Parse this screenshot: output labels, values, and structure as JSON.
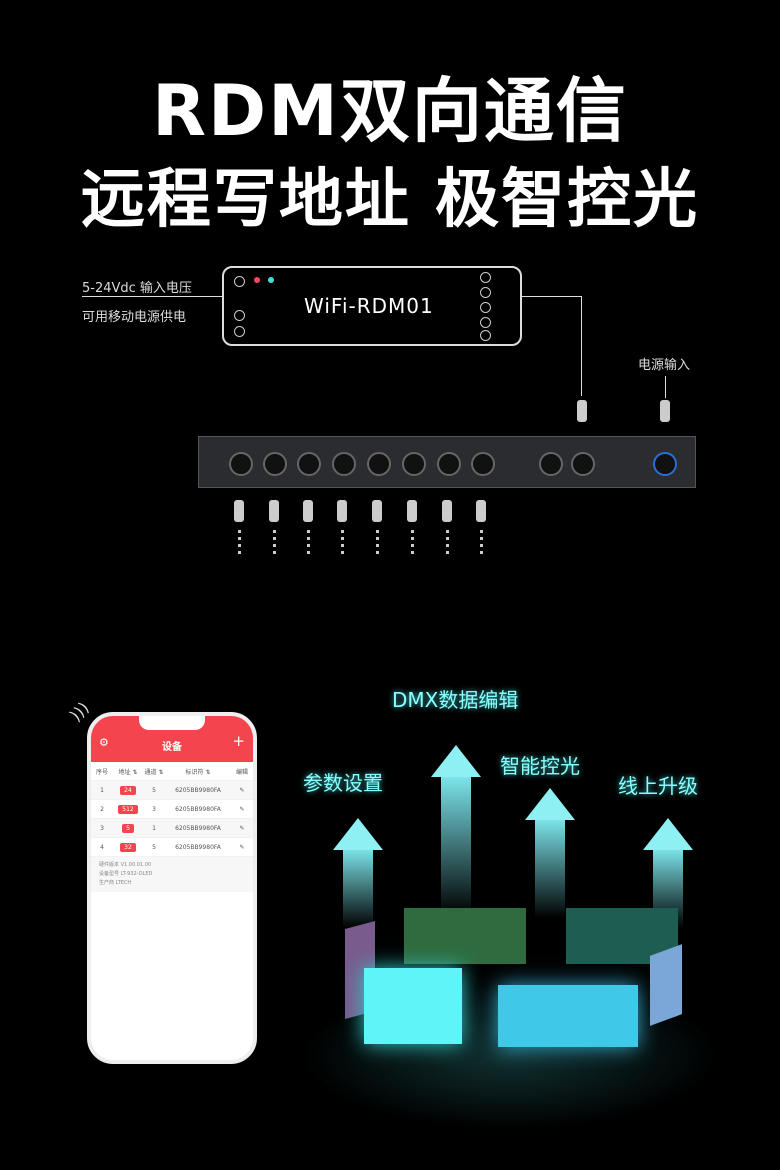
{
  "headline": {
    "line1": "RDM双向通信",
    "line2": "远程写地址 极智控光"
  },
  "diagram": {
    "input_voltage": "5-24Vdc 输入电压",
    "power_bank": "可用移动电源供电",
    "controller_name": "WiFi-RDM01",
    "power_input": "电源输入"
  },
  "phone": {
    "title": "设备",
    "settings_icon": "gear-icon",
    "add_icon": "plus-icon",
    "columns": [
      "序号",
      "地址 ⇅",
      "通道 ⇅",
      "标识符 ⇅",
      "编辑"
    ],
    "rows": [
      {
        "no": "1",
        "addr": "24",
        "ch": "5",
        "id": "6205BB9980FA"
      },
      {
        "no": "2",
        "addr": "512",
        "ch": "3",
        "id": "6205BB9980FA"
      },
      {
        "no": "3",
        "addr": "5",
        "ch": "1",
        "id": "6205BB9980FA"
      },
      {
        "no": "4",
        "addr": "32",
        "ch": "5",
        "id": "6205BB9980FA"
      }
    ],
    "footer": {
      "hw_label": "硬件版本",
      "hw_value": "V1.00.01.00",
      "model_label": "设备型号",
      "model_value": "LT-932-OLED",
      "maker_label": "生产商",
      "maker_value": "LTECH"
    }
  },
  "features": [
    "DMX数据编辑",
    "参数设置",
    "智能控光",
    "线上升级"
  ]
}
